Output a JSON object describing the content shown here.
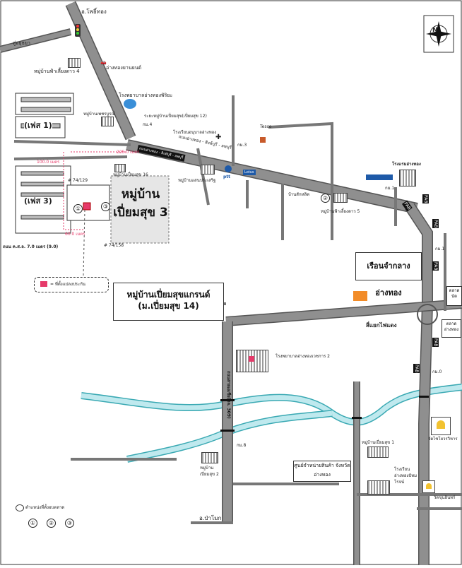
{
  "compass": {
    "north_label": "N"
  },
  "labels": {
    "pho_thong": "อ.โพธิ์ทอง",
    "to_top_left": "สู่อยุธยา",
    "village_4": "หมู่บ้านฟ้าเลี้ยงดาว 4",
    "car_shop": "อ่างทองยานยนต์",
    "moo4": "กม.4",
    "moo3": "กม.3",
    "moo1": "กม.1",
    "moo0": "กม.0",
    "moo8": "กม.8",
    "village_phaisan": "หมู่บ้านเพชรบูรณ์",
    "phiamsuk12": "ระยะหมู่บ้านเปี่ยมสุข(เปี่ยมสุข 12)",
    "hospital_label": "โรงพยาบาลอ่างทองพิริยะ",
    "school": "โรงเรียนอนุบาลอ่างทอง",
    "tesco": "Tesco",
    "ptt": "ptt",
    "lotus": "Lotus",
    "village_saensuk": "หมู่บ้านแสนประเสริฐ",
    "village_sidam": "หมู่บ้านเปี่ยมสุข 16",
    "ban_sak": "บ้านสักหลิต",
    "village_5": "หมู่บ้านฟ้าเลี้ยงดาว 5",
    "hotel": "โรงแรมอ่างทอง",
    "phase1": "(เฟส 1)",
    "phase3": "(เฟส 3)",
    "main_village": "หมู่บ้าน เปี่ยมสุข 3",
    "lot_74_129": "# 74/129",
    "lot_74_158": "# 74/158",
    "dist_225": "225.0 เมตร",
    "dist_100": "100.0 เมตร",
    "dist_60": "60.0 เมตร",
    "road_width": "ถนน ค.ส.ล. 7.0 เมตร (9.0)",
    "legend_area": "= ที่ตั้งแปลงประกัน",
    "grand": "หมู่บ้านเปี่ยมสุขแกรนด์",
    "grand_sub": "(ม.เปี่ยมสุข 14)",
    "city_boat": "เรือนจำกลางอ่างทอง",
    "traffic_light": "สี่แยกไฟแดง",
    "market": "ตลาด นัด",
    "market2": "ตลาด อ่างทอง",
    "hospital2": "โรงพยาบาลอ่างทองเวชการ 2",
    "road_vertical": "ถนนสายเอเชีย(ทล. 309)",
    "village_2": "หมู่บ้าน เปี่ยมสุข 2",
    "shopping": "ศูนย์จำหน่ายสินค้า จังหวัดอ่างทอง",
    "village_pak": "หมู่บ้านเปี่ยมสุข 1",
    "temple1": "วัดไชโยวรวิหาร",
    "temple2": "วัดขุนอินทร์",
    "school2": "โรงเรียนอ่างทองปัทมโรจน์",
    "to_bottom": "อ.ป่าโมก",
    "legend_title": "ตำแหน่งที่ตั้งอบตลาด",
    "pab": "PAB",
    "highway": "ถนนอ่างทอง - สิงห์บุรี - ลพบุรี"
  },
  "circled_numbers": [
    "①",
    "②",
    "③"
  ],
  "colors": {
    "road": "#8f8f8f",
    "road_edge": "#555555",
    "river": "#bfe9ee",
    "river_edge": "#3aa9b3",
    "highlight": "#e63a6a",
    "zone": "#e6e6e6",
    "orange": "#f28c28",
    "blue_sign": "#1e5aa8"
  }
}
